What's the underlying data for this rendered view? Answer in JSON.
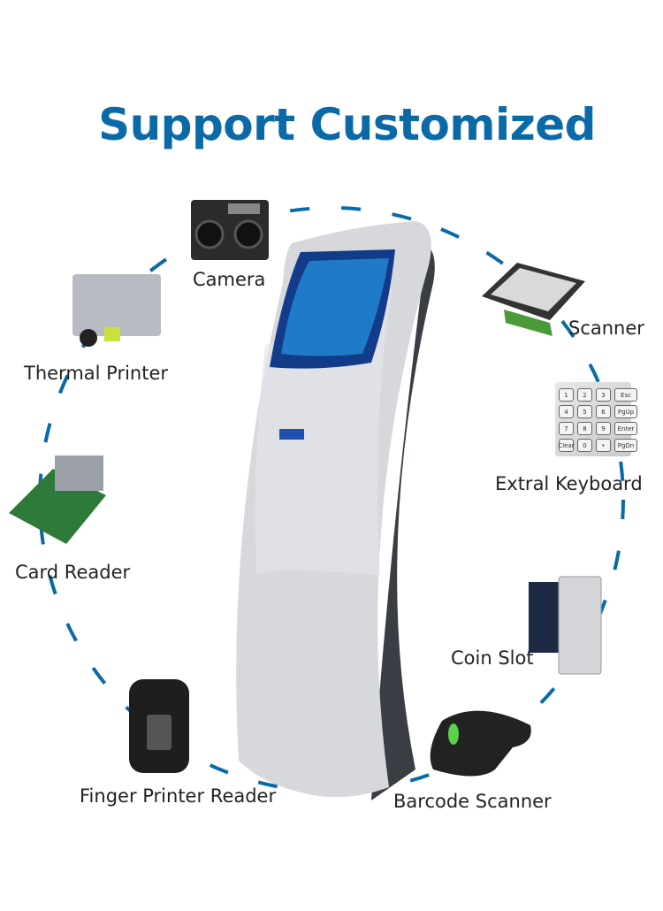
{
  "title": "Support Customized",
  "accent_color": "#0a6aa8",
  "features": {
    "camera": "Camera",
    "scanner": "Scanner",
    "thermal_printer": "Thermal Printer",
    "keyboard": "Extral Keyboard",
    "card_reader": "Card Reader",
    "coin_slot": "Coin Slot",
    "finger_reader": "Finger Printer Reader",
    "barcode_scanner": "Barcode Scanner"
  },
  "keypad_keys": [
    "1",
    "2",
    "3",
    "Esc",
    "4",
    "5",
    "6",
    "PgUp",
    "7",
    "8",
    "9",
    "Enter",
    "Clear",
    "0",
    "•",
    "PgDn"
  ]
}
